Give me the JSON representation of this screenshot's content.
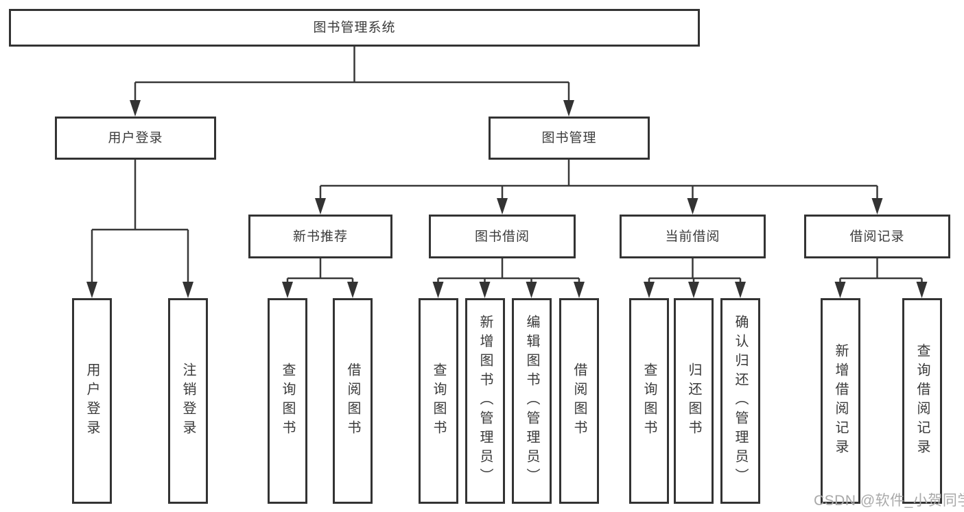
{
  "watermark": "CSDN @软件_小贺同学",
  "colors": {
    "line": "#383838",
    "border": "#333333",
    "text": "#3a3a3a",
    "watermark": "#a9a9a9",
    "background": "#ffffff"
  },
  "tree": {
    "root": {
      "label": "图书管理系统"
    },
    "branches": [
      {
        "label": "用户登录",
        "children": [
          {
            "label": "用户登录"
          },
          {
            "label": "注销登录"
          }
        ]
      },
      {
        "label": "图书管理",
        "children": [
          {
            "label": "新书推荐",
            "children": [
              {
                "label": "查询图书"
              },
              {
                "label": "借阅图书"
              }
            ]
          },
          {
            "label": "图书借阅",
            "children": [
              {
                "label": "查询图书"
              },
              {
                "label": "新增图书（管理员）"
              },
              {
                "label": "编辑图书（管理员）"
              },
              {
                "label": "借阅图书"
              }
            ]
          },
          {
            "label": "当前借阅",
            "children": [
              {
                "label": "查询图书"
              },
              {
                "label": "归还图书"
              },
              {
                "label": "确认归还（管理员）"
              }
            ]
          },
          {
            "label": "借阅记录",
            "children": [
              {
                "label": "新增借阅记录"
              },
              {
                "label": "查询借阅记录"
              }
            ]
          }
        ]
      }
    ]
  }
}
